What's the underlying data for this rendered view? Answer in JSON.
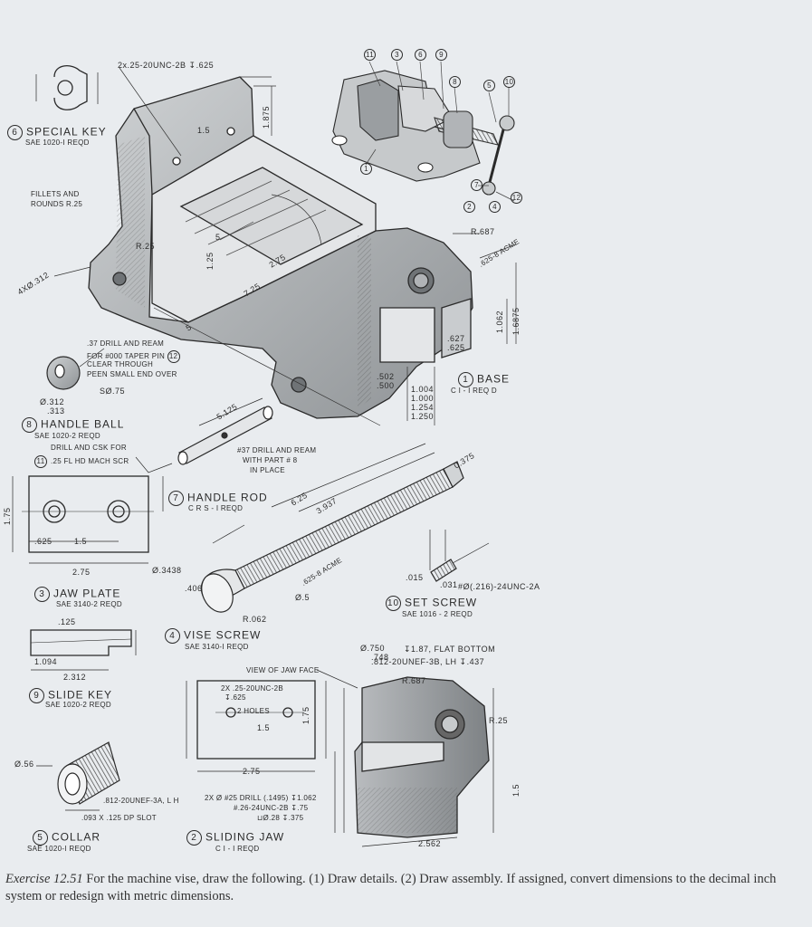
{
  "parts": {
    "p6": {
      "num": "6",
      "name": "SPECIAL KEY",
      "spec": "SAE 1020-I REQD"
    },
    "p8": {
      "num": "8",
      "name": "HANDLE BALL",
      "spec": "SAE 1020-2 REQD"
    },
    "p3": {
      "num": "3",
      "name": "JAW PLATE",
      "spec": "SAE 3140-2 REQD"
    },
    "p9": {
      "num": "9",
      "name": "SLIDE KEY",
      "spec": "SAE 1020-2 REQD"
    },
    "p5": {
      "num": "5",
      "name": "COLLAR",
      "spec": "SAE 1020-I REQD"
    },
    "p2": {
      "num": "2",
      "name": "SLIDING JAW",
      "spec": "C I - I REQD"
    },
    "p4": {
      "num": "4",
      "name": "VISE SCREW",
      "spec": "SAE 3140-I REQD"
    },
    "p7": {
      "num": "7",
      "name": "HANDLE ROD",
      "spec": "C R S - I REQD"
    },
    "p10": {
      "num": "10",
      "name": "SET SCREW",
      "spec": "SAE 1016 - 2 REQD"
    },
    "p1": {
      "num": "1",
      "name": "BASE",
      "spec": "C I - I REQ D"
    }
  },
  "notes": {
    "fillets": "FILLETS AND",
    "fillets2": "ROUNDS R.25",
    "top_thread": "2x.25-20UNC-2B ↧.625",
    "drill37_1": ".37 DRILL AND REAM",
    "drill37_2": "FOR #000 TAPER PIN",
    "drill37_num": "12",
    "drill37_3": "CLEAR THROUGH",
    "drill37_4": "PEEN SMALL END OVER",
    "ball_sphere": "SØ.75",
    "ball_dia1": "Ø.312",
    "ball_dia2": ".313",
    "csk1": "DRILL AND CSK FOR",
    "csk_num": "11",
    "csk2": ".25 FL HD MACH SCR",
    "rod_drill1": "#37 DRILL AND REAM",
    "rod_drill2": "WITH PART # 8",
    "rod_drill3": "IN PLACE",
    "acme1": ".625-8 ACME",
    "acme2": ".625-8 ACME",
    "setscrew_thread": "#Ø(.216)-24UNC-2A",
    "bore_dia1": "Ø.750",
    "bore_dia2": ".748",
    "bore_depth": "↧1.87, FLAT BOTTOM",
    "bore_thread": ".812-20UNEF-3B, LH ↧.437",
    "view_face": "VIEW OF JAW FACE",
    "jaw_holes1": "2X .25-20UNC-2B",
    "jaw_holes2": "↧.625",
    "jaw_holes3": "2 HOLES",
    "collar_thread": ".812-20UNEF-3A, L H",
    "collar_slot": ".093 X .125 DP SLOT",
    "sj_drill1": "2X Ø #25 DRILL (.1495) ↧1.062",
    "sj_drill2": "#.26-24UNC-2B ↧.75",
    "sj_drill3": "⊔Ø.28 ↧.375",
    "dia_4x": "4XØ.312",
    "r687": "R.687",
    "r25": "R.25",
    "r25b": "R.25",
    "r062": "R.062",
    "r687b": "R.687"
  },
  "dims": {
    "d5_125": "5.125",
    "d6_25": "6.25",
    "d3_937": "3.937",
    "d2_75a": "2.75",
    "d2_75b": "2.75",
    "d2_75c": "2.75",
    "d3438": "Ø.3438",
    "d406": ".406",
    "d05": "Ø.5",
    "d625": ".625",
    "d15": "1.5",
    "d175": "1.75",
    "d1_094": "1.094",
    "d2_312": "2.312",
    "d125": ".125",
    "d015": ".015",
    "d0375": "0.375",
    "d031": ".031",
    "d056": "Ø.56",
    "d1_5b": "1.5",
    "d1_75b": "1.75",
    "d1_5c": "1.5",
    "d1_004": "1.004",
    "d1_000": "1.000",
    "d1_254": "1.254",
    "d1_250": "1.250",
    "d502": ".502",
    "d500": ".500",
    "d627": ".627",
    "d625b": ".625",
    "d5": "5",
    "d7_25": "7.25",
    "d5b": "5",
    "d1_062": "1.062",
    "d1_6875": "1.6875",
    "d2_562": "2.562",
    "d1_875": "1.875",
    "d1_25": "1.25",
    "d1_5d": "1.5"
  },
  "caption": {
    "title": "Exercise 12.51",
    "text": " For the machine vise, draw the following. (1) Draw details. (2) Draw assembly. If assigned, convert dimensions to the decimal inch system or redesign with metric dimensions."
  },
  "assembly_balloons": [
    "11",
    "3",
    "6",
    "9",
    "8",
    "5",
    "10",
    "2",
    "1",
    "7",
    "12",
    "4"
  ]
}
